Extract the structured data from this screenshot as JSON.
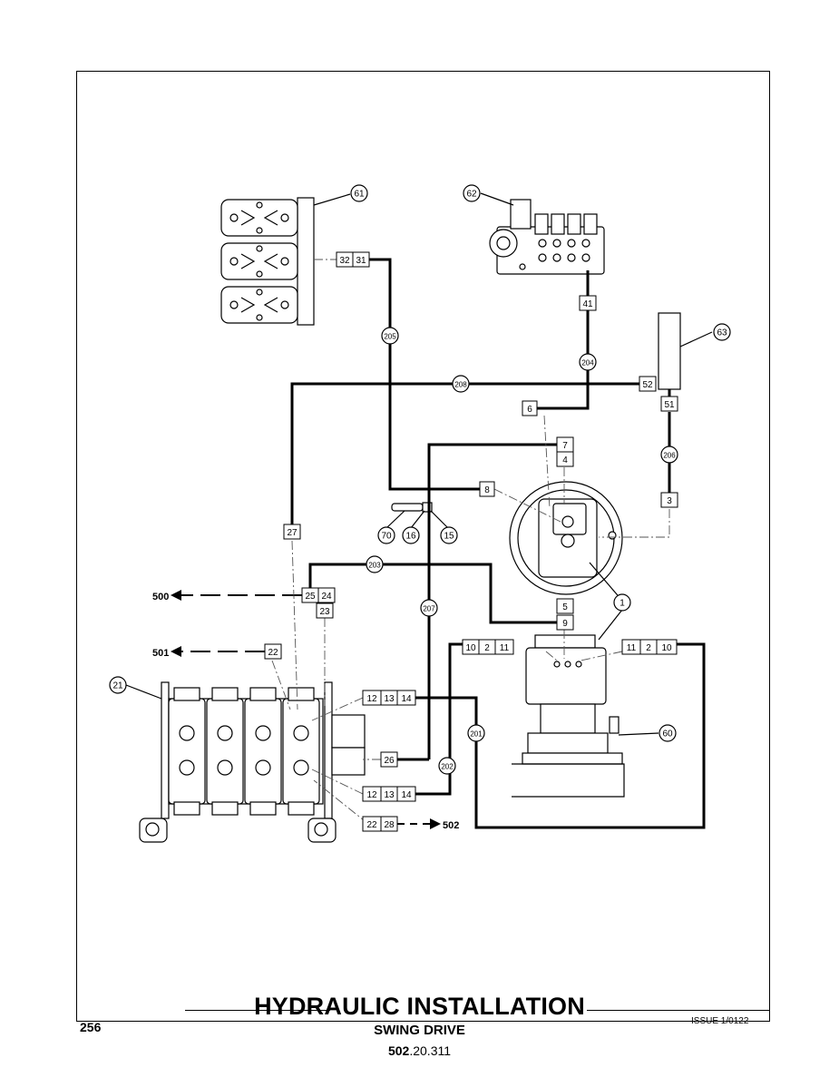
{
  "page_number": "256",
  "issue": "ISSUE 1/0122",
  "title": "HYDRAULIC INSTALLATION",
  "subtitle": "SWING DRIVE",
  "code_bold": "502",
  "code_rest": ".20.311",
  "callouts": {
    "c61": "61",
    "c62": "62",
    "c63": "63",
    "c1": "1",
    "c21": "21",
    "c60": "60",
    "c70": "70",
    "c16": "16",
    "c15": "15",
    "c205": "205",
    "c204": "204",
    "c208": "208",
    "c206": "206",
    "c203": "203",
    "c207": "207",
    "c201": "201",
    "c202": "202"
  },
  "boxes": {
    "b32": "32",
    "b31": "31",
    "b41": "41",
    "b52": "52",
    "b51": "51",
    "b6": "6",
    "b7": "7",
    "b4": "4",
    "b8": "8",
    "b3": "3",
    "b27": "27",
    "b25": "25",
    "b24": "24",
    "b23": "23",
    "b5": "5",
    "b9": "9",
    "b22a": "22",
    "b10a": "10",
    "b2a": "2",
    "b11a": "11",
    "b11b": "11",
    "b2b": "2",
    "b10b": "10",
    "b12a": "12",
    "b13a": "13",
    "b14a": "14",
    "b26": "26",
    "b12b": "12",
    "b13b": "13",
    "b14b": "14",
    "b22b": "22",
    "b28": "28"
  },
  "references": {
    "r500": "500",
    "r501": "501",
    "r502": "502"
  }
}
